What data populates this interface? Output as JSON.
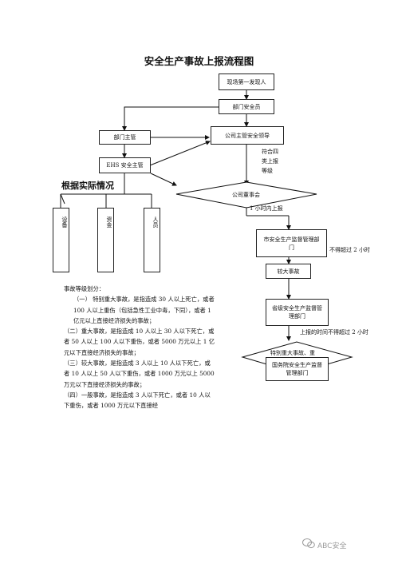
{
  "title": "安全生产事故上报流程图",
  "nodes": {
    "witness": "现场第一发现人",
    "dept_safety": "部门安全员",
    "dept_head": "部门主管",
    "company_safety_leader": "公司主管安全领导",
    "ehs_head": "EHS 安全主管",
    "board": "公司董事会",
    "city_supervision": "市安全生产监督管理部门",
    "major_accident": "较大事故",
    "province_supervision": "省级安全生产监督管理部门",
    "state_supervision": "国务院安全生产监督管理部门",
    "special_major": "特别重大事故、重"
  },
  "annotations": {
    "criteria": "符合四\n类上报\n等级",
    "within_hour": "1 小时内上报",
    "not_over_2h_a": "不得超过 2 小时",
    "report_time_not_over_2h": "上报的时间不得超过 2 小时"
  },
  "situation_label": "根据实际情况",
  "resources": [
    "设备",
    "资金",
    "人员"
  ],
  "classification": {
    "heading": "事故等级划分：",
    "items": [
      "（一） 特别重大事故，是指造成 30 人以上死亡，或者 100 人以上重伤（包括急性工业中毒，下同），或者 1 亿元以上直接经济损失的事故；",
      "（二）重大事故，是指造成 10 人以上 30 人以下死亡，或者 50 人以上 100 人以下重伤，或者 5000 万元以上 1 亿元以下直接经济损失的事故；",
      "（三）较大事故，是指造成 3 人以上 10 人以下死亡，或者 10 人以上 50 人以下重伤，或者 1000 万元以上 5000 万元以下直接经济损失的事故；",
      "（四）一般事故，是指造成 3 人以下死亡，或者 10 人以下重伤，或者 1000 万元以下直接经"
    ]
  },
  "watermark": "ABC安全"
}
